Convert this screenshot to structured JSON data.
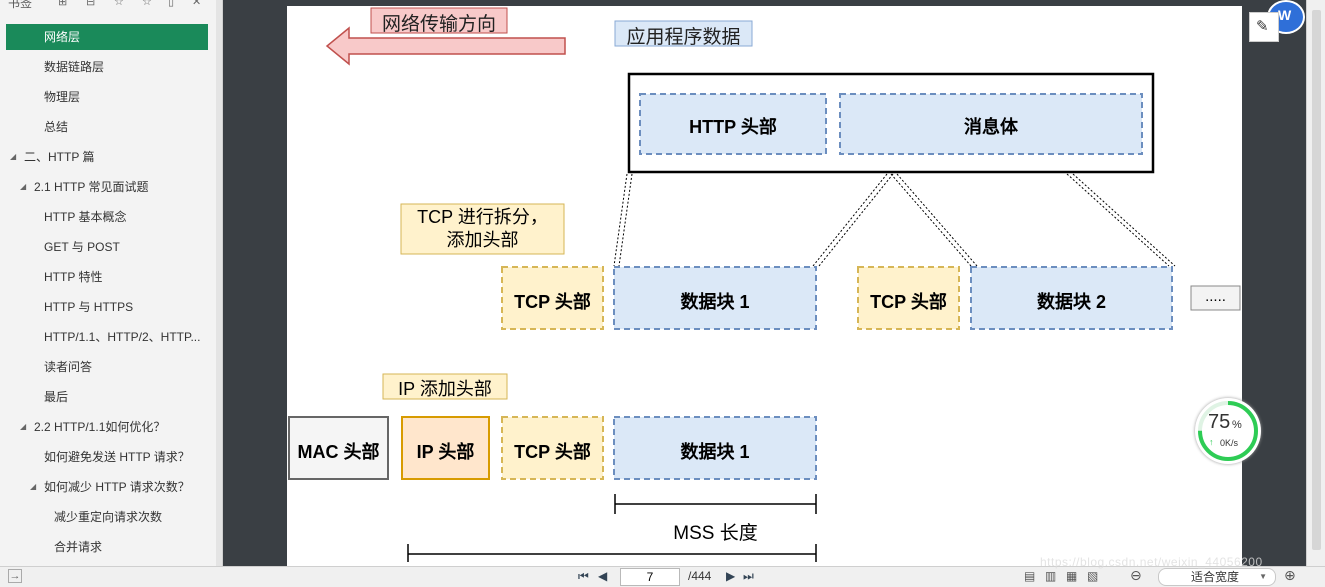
{
  "sidebar": {
    "title": "书签",
    "items": [
      {
        "label": "网络层",
        "active": true
      },
      {
        "label": "数据链路层"
      },
      {
        "label": "物理层"
      },
      {
        "label": "总结"
      },
      {
        "label": "二、HTTP 篇"
      },
      {
        "label": "2.1 HTTP 常见面试题"
      },
      {
        "label": "HTTP 基本概念"
      },
      {
        "label": "GET 与 POST"
      },
      {
        "label": "HTTP 特性"
      },
      {
        "label": "HTTP 与 HTTPS"
      },
      {
        "label": "HTTP/1.1、HTTP/2、HTTP..."
      },
      {
        "label": "读者问答"
      },
      {
        "label": "最后"
      },
      {
        "label": "2.2 HTTP/1.1如何优化？"
      },
      {
        "label": "如何避免发送 HTTP 请求？"
      },
      {
        "label": "如何减少 HTTP 请求次数？"
      },
      {
        "label": "减少重定向请求次数"
      },
      {
        "label": "合并请求"
      }
    ]
  },
  "diagram": {
    "direction_label": "网络传输方向",
    "app_data_label": "应用程序数据",
    "http_header": "HTTP 头部",
    "message_body": "消息体",
    "tcp_split_note": "TCP 进行拆分，\n添加头部",
    "tcp_header": "TCP 头部",
    "chunk1": "数据块 1",
    "chunk2": "数据块 2",
    "ellipsis": ".....",
    "ip_note": "IP 添加头部",
    "mac_header": "MAC 头部",
    "ip_header": "IP 头部",
    "mss_label": "MSS 长度"
  },
  "status_bar": {
    "page_current": "7",
    "page_total": "/444",
    "zoom_label": "适合宽度"
  },
  "speed_widget": {
    "percent": "75",
    "percent_sign": "%",
    "rate": "0K/s"
  },
  "watermark": "https://blog.csdn.net/weixin_44056200"
}
